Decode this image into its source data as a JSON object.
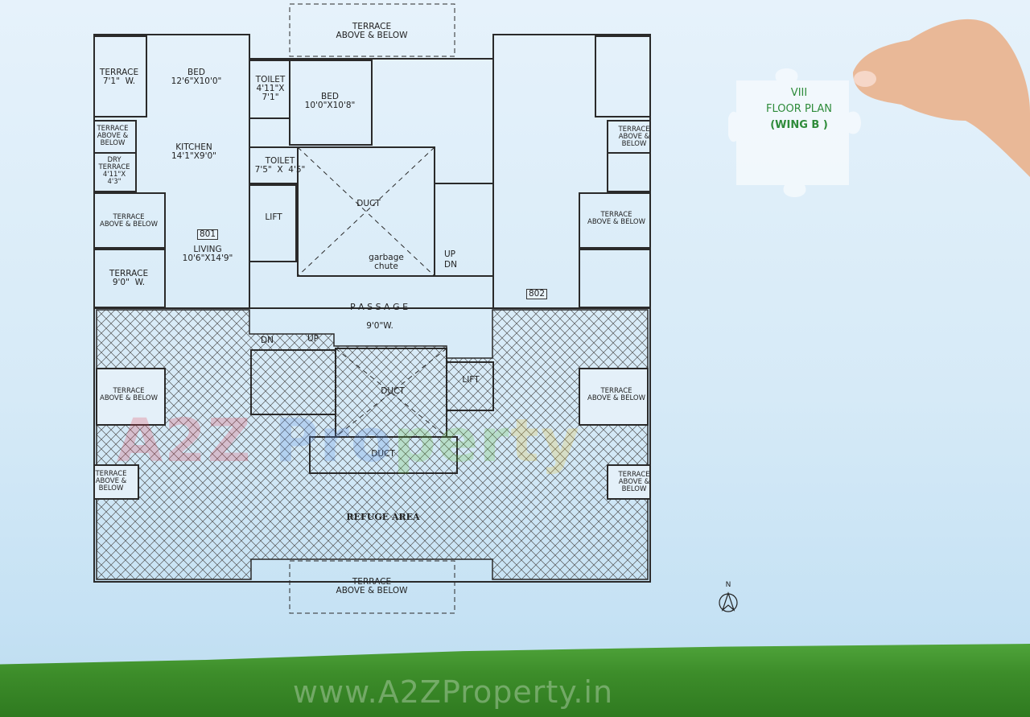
{
  "title": {
    "floor": "VIII",
    "label": "FLOOR PLAN",
    "wing": "(WING B )"
  },
  "website": "www.A2ZProperty.in",
  "watermark": "A2Z Property",
  "north": "N",
  "rooms": {
    "terrace_top": "TERRACE\nABOVE & BELOW",
    "terrace_bottom": "TERRACE\nABOVE & BELOW",
    "terrace_7": "TERRACE\n7'1\"  W.",
    "bed1": "BED\n12'6\"X10'0\"",
    "toilet1": "TOILET\n4'11\"X\n7'1\"",
    "bed2": "BED\n10'0\"X10'8\"",
    "terrace_l1": "TERRACE\nABOVE &\nBELOW",
    "dry_terrace": "DRY\nTERRACE\n4'11\"X\n4'3\"",
    "kitchen": "KITCHEN\n14'1\"X9'0\"",
    "toilet2": "TOILET\n7'5\"  X  4'5\"",
    "terrace_l2": "TERRACE\nABOVE & BELOW",
    "unit_801": "801",
    "living": "LIVING\n10'6\"X14'9\"",
    "terrace_9": "TERRACE\n9'0\"  W.",
    "lift1": "LIFT",
    "duct1": "DUCT",
    "garbage": "garbage\nchute",
    "up1": "UP",
    "dn1": "DN",
    "terrace_r1": "TERRACE\nABOVE &\nBELOW",
    "terrace_r2": "TERRACE\nABOVE & BELOW",
    "unit_802": "802",
    "passage": "P A S S A G E",
    "passage_w": "9'0\"W.",
    "dn2": "DN",
    "up2": "UP",
    "duct2": "DUCT",
    "lift2": "LIFT",
    "duct3": "DUCT",
    "terrace_l3": "TERRACE\nABOVE & BELOW",
    "terrace_r3": "TERRACE\nABOVE & BELOW",
    "terrace_l4": "TERRACE\nABOVE &\nBELOW",
    "terrace_r4": "TERRACE\nABOVE &\nBELOW",
    "refuge": "REFUGE AREA"
  },
  "colors": {
    "wall": "#2a2a2a",
    "title_green": "#2e8b3a",
    "grass": "#3d8d2a"
  }
}
